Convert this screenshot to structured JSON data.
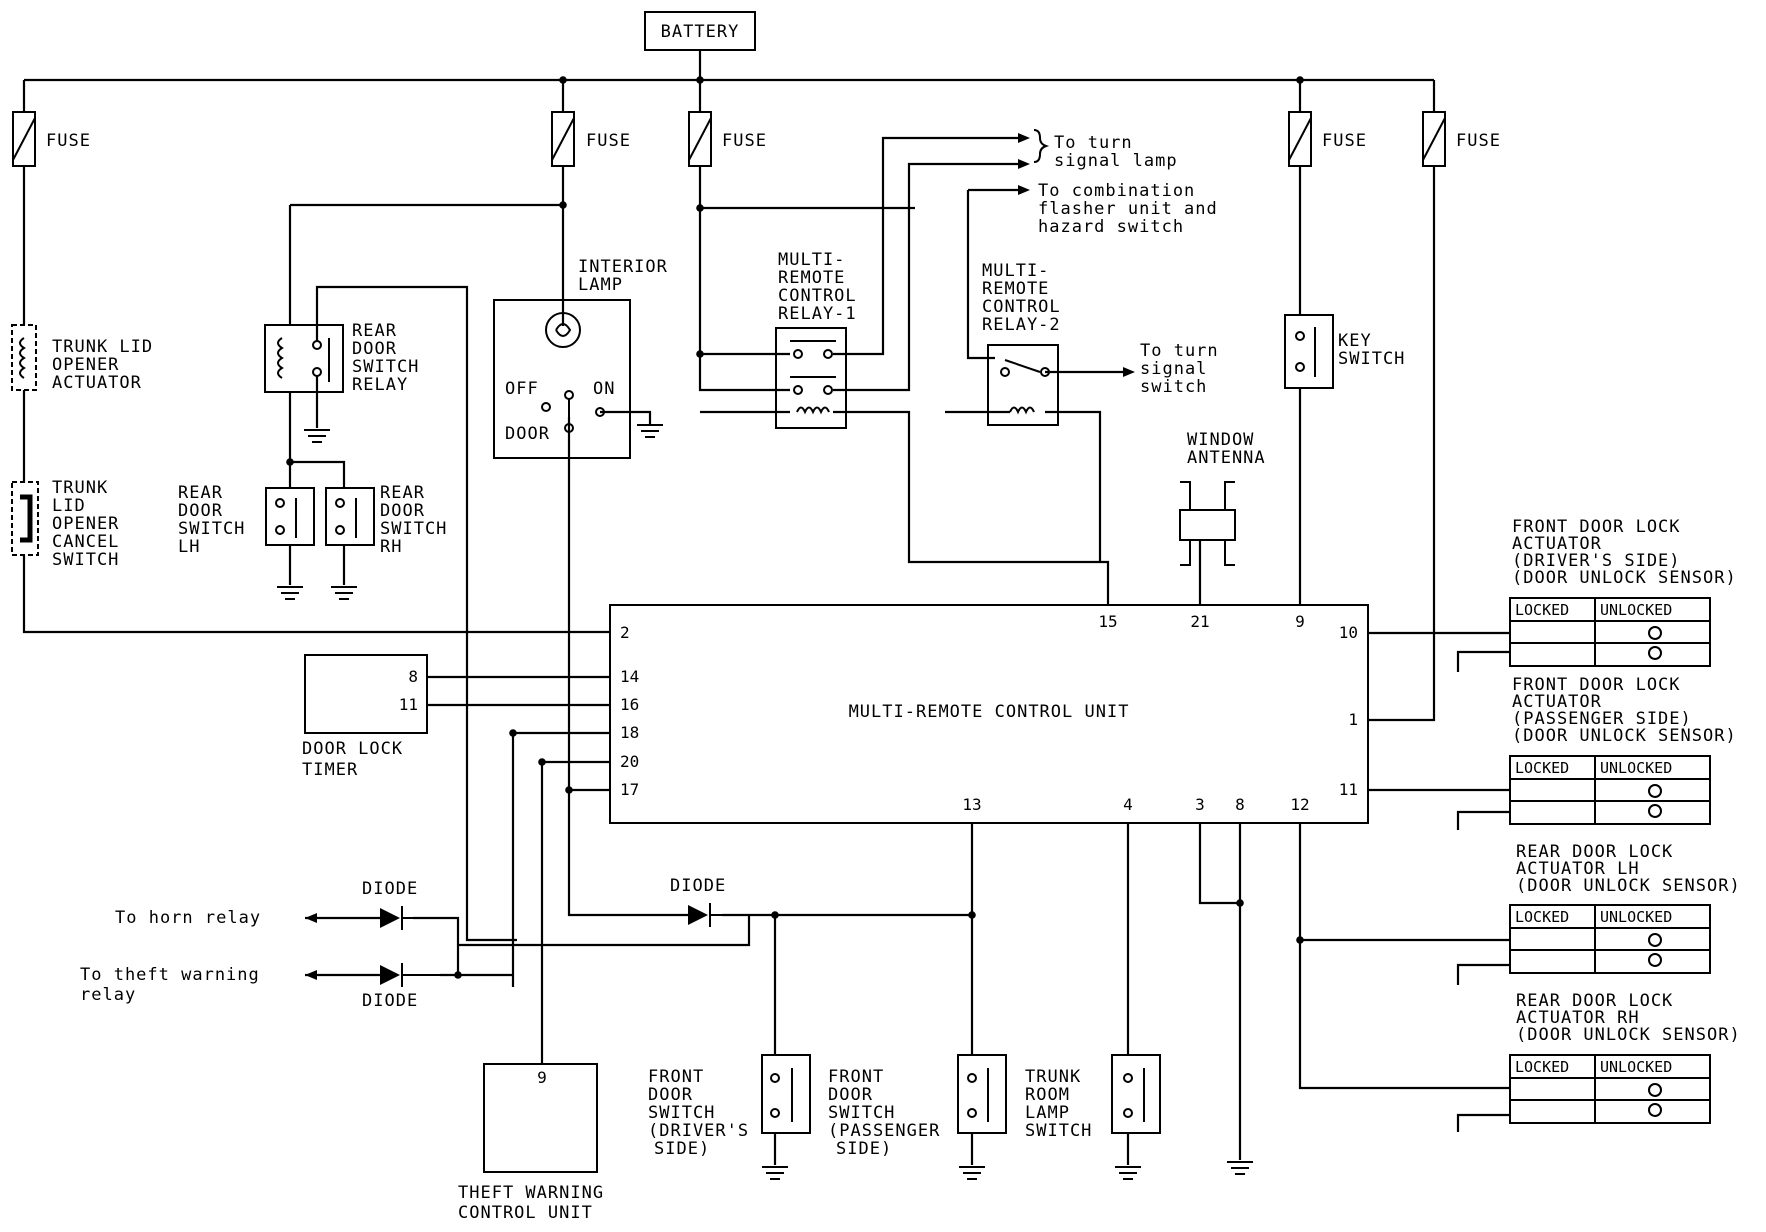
{
  "labels": {
    "battery": "BATTERY",
    "fuse": "FUSE",
    "trunk_actuator": [
      "TRUNK LID",
      "OPENER",
      "ACTUATOR"
    ],
    "trunk_cancel": [
      "TRUNK",
      "LID",
      "OPENER",
      "CANCEL",
      "SWITCH"
    ],
    "rear_relay": [
      "REAR",
      "DOOR",
      "SWITCH",
      "RELAY"
    ],
    "rear_sw_lh": [
      "REAR",
      "DOOR",
      "SWITCH",
      "LH"
    ],
    "rear_sw_rh": [
      "REAR",
      "DOOR",
      "SWITCH",
      "RH"
    ],
    "interior_lamp": [
      "INTERIOR",
      "LAMP"
    ],
    "lamp_off": "OFF",
    "lamp_on": "ON",
    "lamp_door": "DOOR",
    "relay1": [
      "MULTI-",
      "REMOTE",
      "CONTROL",
      "RELAY-1"
    ],
    "relay2": [
      "MULTI-",
      "REMOTE",
      "CONTROL",
      "RELAY-2"
    ],
    "to_turn_lamp": [
      "To turn",
      "signal lamp"
    ],
    "to_combination": [
      "To combination",
      "flasher unit and",
      "hazard switch"
    ],
    "to_turn_switch": [
      "To turn",
      "signal",
      "switch"
    ],
    "key_switch": [
      "KEY",
      "SWITCH"
    ],
    "window_antenna": [
      "WINDOW",
      "ANTENNA"
    ],
    "control_unit": "MULTI-REMOTE CONTROL UNIT",
    "door_lock_timer": [
      "DOOR LOCK",
      "TIMER"
    ],
    "timer_pins": [
      "8",
      "11"
    ],
    "diode": "DIODE",
    "to_horn": "To horn relay",
    "to_theft": [
      "To theft warning",
      "relay"
    ],
    "theft_unit": [
      "THEFT WARNING",
      "CONTROL UNIT"
    ],
    "theft_pin": "9",
    "front_sw_driver": [
      "FRONT",
      "DOOR",
      "SWITCH",
      "(DRIVER'S",
      "SIDE)"
    ],
    "front_sw_pass": [
      "FRONT",
      "DOOR",
      "SWITCH",
      "(PASSENGER",
      "SIDE)"
    ],
    "trunk_room": [
      "TRUNK",
      "ROOM",
      "LAMP",
      "SWITCH"
    ],
    "act_front_driver": [
      "FRONT DOOR LOCK",
      "ACTUATOR",
      "(DRIVER'S SIDE)",
      "(DOOR UNLOCK SENSOR)"
    ],
    "act_front_pass": [
      "FRONT DOOR LOCK",
      "ACTUATOR",
      "(PASSENGER SIDE)",
      "(DOOR UNLOCK SENSOR)"
    ],
    "act_rear_lh": [
      "REAR DOOR LOCK",
      "ACTUATOR LH",
      "(DOOR UNLOCK SENSOR)"
    ],
    "act_rear_rh": [
      "REAR DOOR LOCK",
      "ACTUATOR RH",
      "(DOOR UNLOCK SENSOR)"
    ],
    "locked": "LOCKED",
    "unlocked": "UNLOCKED"
  },
  "pins": {
    "left": [
      "2",
      "14",
      "16",
      "18",
      "20",
      "17"
    ],
    "top": [
      "15",
      "21",
      "9"
    ],
    "right": [
      "10",
      "1",
      "11"
    ],
    "bottom": [
      "13",
      "4",
      "3",
      "8",
      "12"
    ]
  }
}
